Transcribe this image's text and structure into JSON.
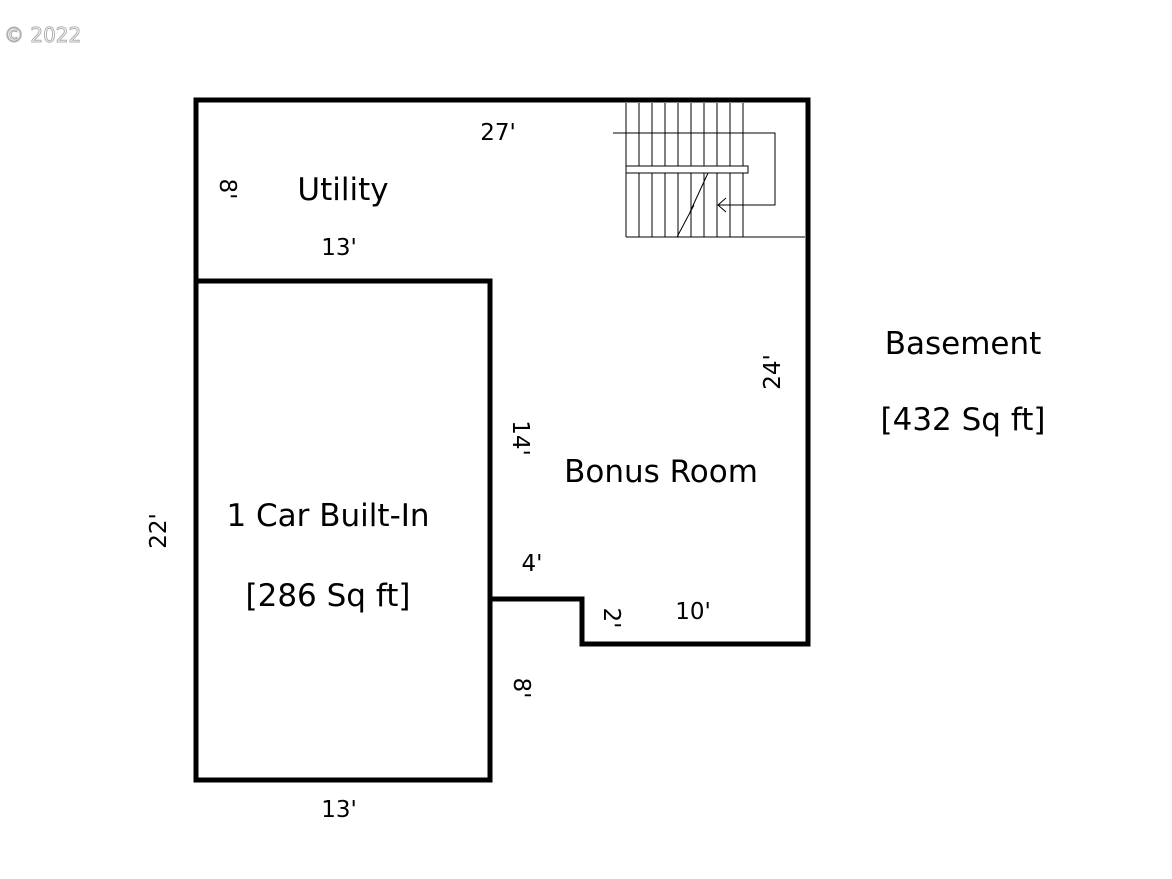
{
  "copyright": "© 2022",
  "rooms": {
    "utility": "Utility",
    "bonus_room": "Bonus Room",
    "garage": "1 Car Built-In",
    "garage_area": "[286 Sq ft]",
    "basement": "Basement",
    "basement_area": "[432 Sq ft]"
  },
  "dimensions": {
    "top_width": "27'",
    "utility_height": "8'",
    "utility_width": "13'",
    "right_height": "24'",
    "bonus_left": "14'",
    "garage_height": "22'",
    "step_width": "4'",
    "step_height": "2'",
    "bonus_bottom": "10'",
    "garage_lower": "8'",
    "garage_width": "13'"
  }
}
